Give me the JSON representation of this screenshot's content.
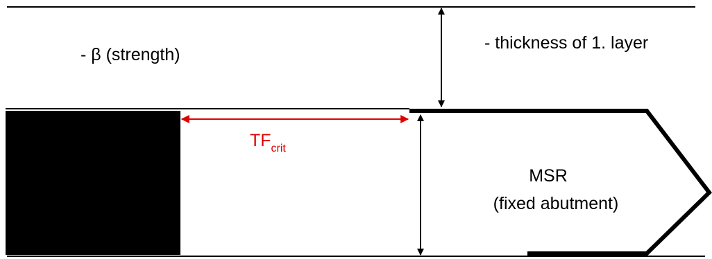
{
  "labels": {
    "beta_strength": "- β (strength)",
    "layer_thickness": "- thickness of 1. layer",
    "tf_main": "TF",
    "tf_sub": "crit",
    "msr_line1": "MSR",
    "msr_line2": "(fixed abutment)"
  },
  "colors": {
    "line": "#000000",
    "accent": "#e00000",
    "background": "#ffffff"
  }
}
